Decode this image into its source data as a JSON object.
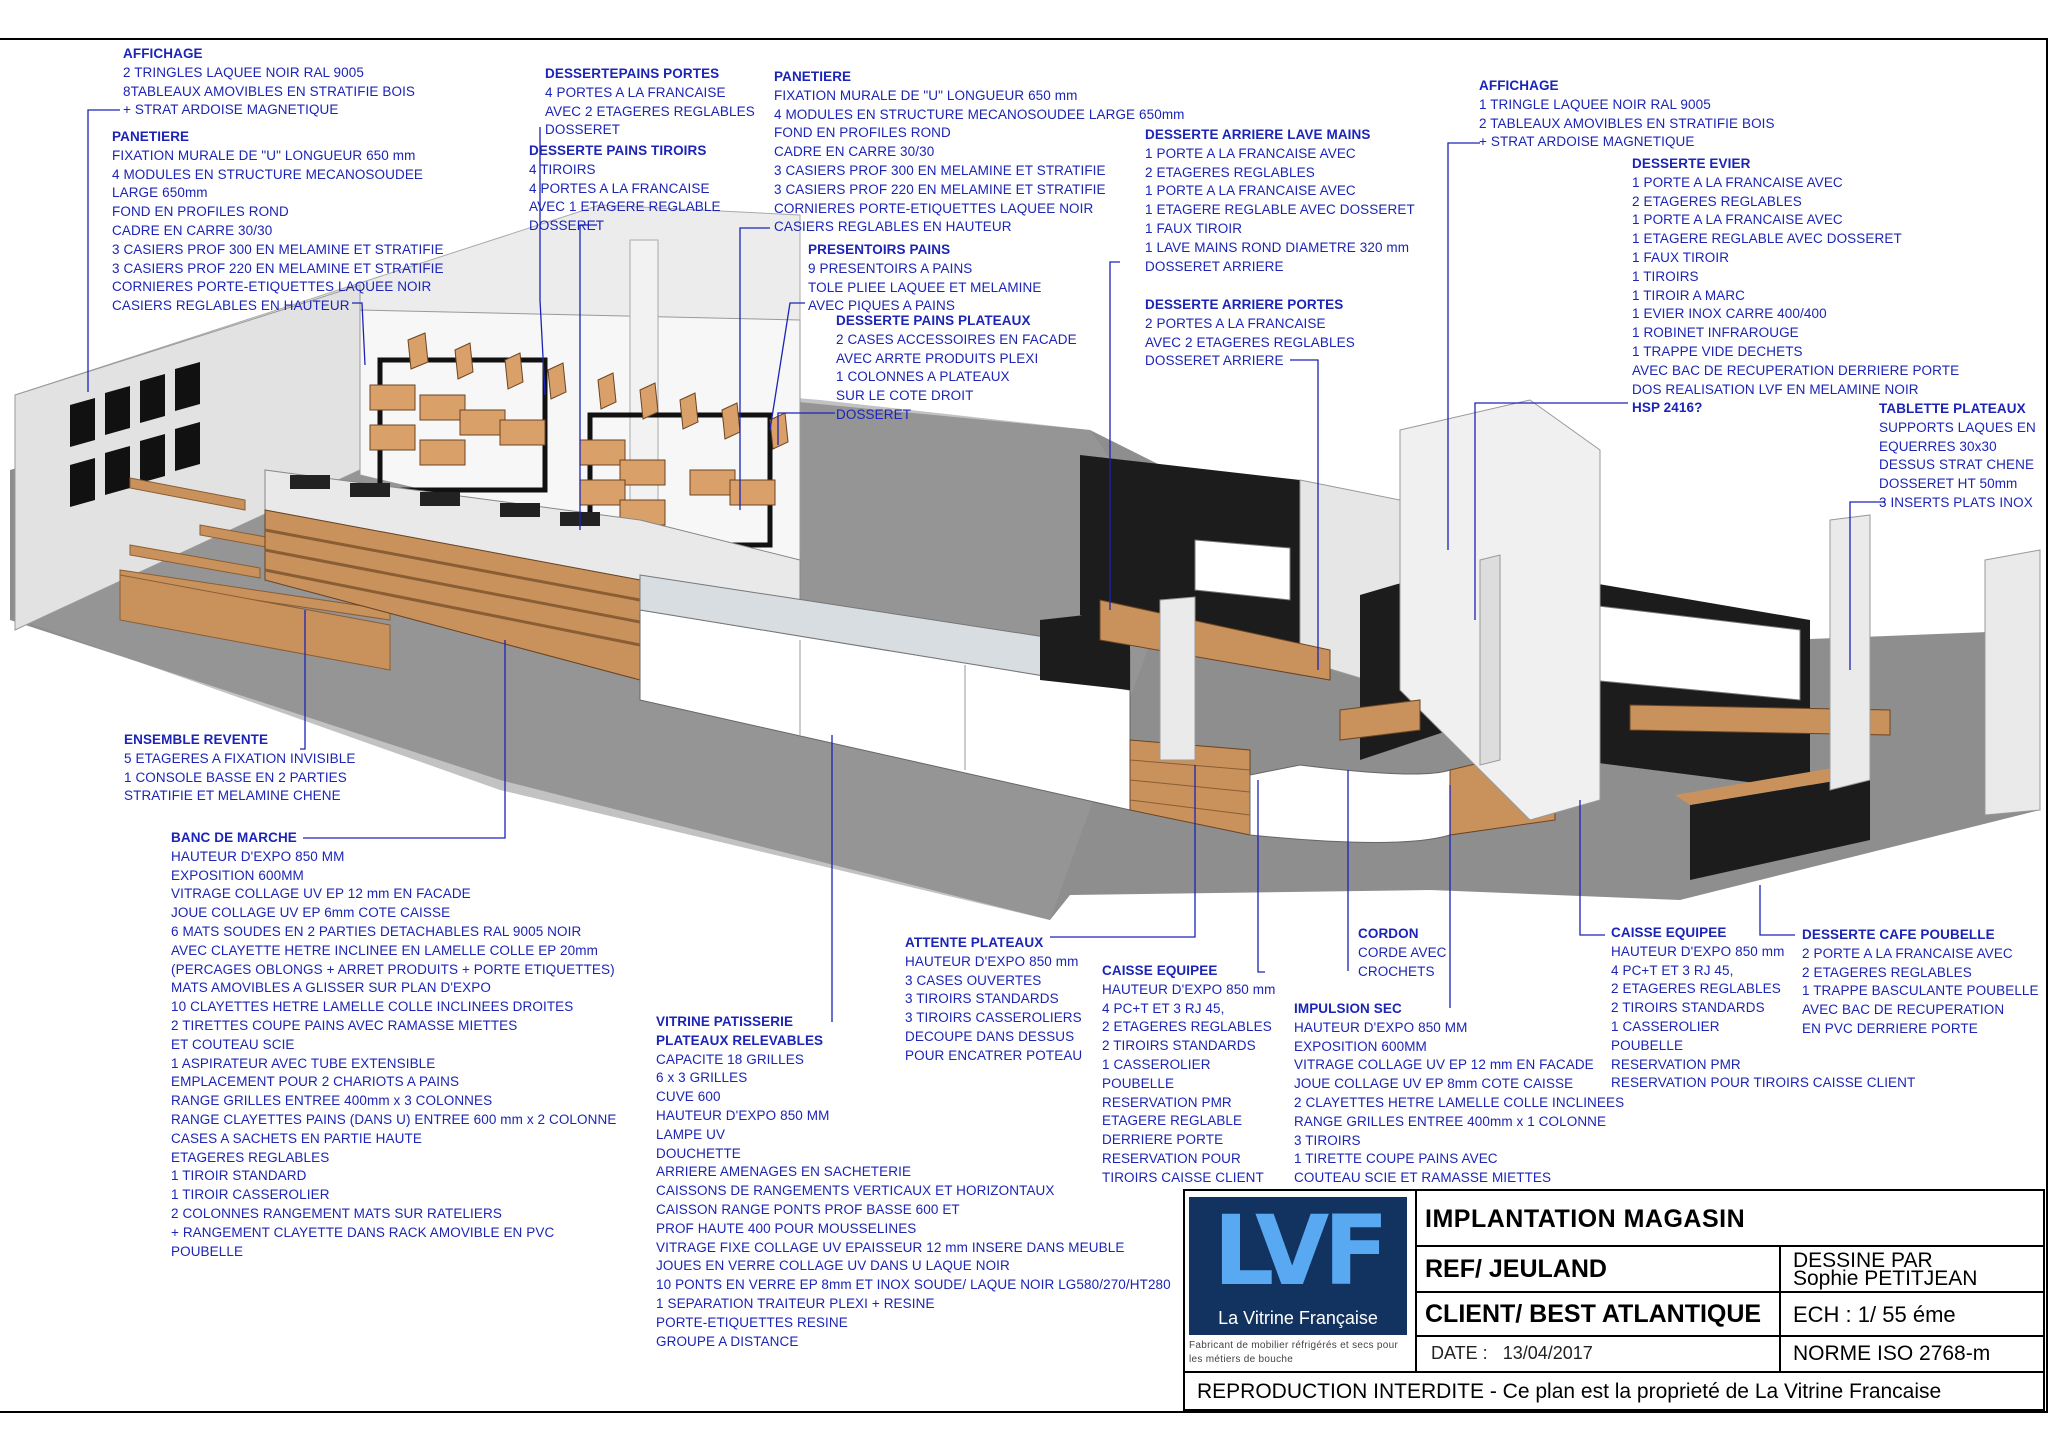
{
  "notes": [
    {
      "title": "AFFICHAGE",
      "lines": [
        "2 TRINGLES LAQUEE NOIR RAL 9005",
        "8TABLEAUX AMOVIBLES EN STRATIFIE BOIS",
        "+ STRAT ARDOISE MAGNETIQUE"
      ]
    },
    {
      "title": "PANETIERE",
      "lines": [
        "FIXATION MURALE DE \"U\" LONGUEUR 650 mm",
        "4 MODULES EN STRUCTURE MECANOSOUDEE",
        "LARGE 650mm",
        "FOND EN PROFILES ROND",
        "CADRE EN CARRE 30/30",
        "3 CASIERS PROF 300 EN MELAMINE ET STRATIFIE",
        "3 CASIERS PROF 220 EN MELAMINE ET STRATIFIE",
        "CORNIERES PORTE-ETIQUETTES LAQUEE NOIR",
        "CASIERS REGLABLES EN HAUTEUR"
      ]
    },
    {
      "title": "DESSERTEPAINS PORTES",
      "lines": [
        "4 PORTES A LA FRANCAISE",
        "AVEC 2 ETAGERES REGLABLES",
        "DOSSERET"
      ]
    },
    {
      "title": "DESSERTE PAINS TIROIRS",
      "lines": [
        "4 TIROIRS",
        "4 PORTES A LA FRANCAISE",
        "AVEC 1 ETAGERE REGLABLE",
        "DOSSERET"
      ]
    },
    {
      "title": "PANETIERE",
      "lines": [
        "FIXATION MURALE DE \"U\" LONGUEUR 650 mm",
        "4 MODULES EN STRUCTURE MECANOSOUDEE LARGE 650mm",
        "FOND EN PROFILES ROND",
        "CADRE EN CARRE 30/30",
        "3 CASIERS PROF 300 EN MELAMINE ET STRATIFIE",
        "3 CASIERS PROF 220 EN MELAMINE ET STRATIFIE",
        "CORNIERES PORTE-ETIQUETTES LAQUEE NOIR",
        "CASIERS REGLABLES EN HAUTEUR"
      ]
    },
    {
      "title": "PRESENTOIRS PAINS",
      "lines": [
        "9 PRESENTOIRS A PAINS",
        "TOLE PLIEE LAQUEE ET MELAMINE",
        "AVEC PIQUES A PAINS"
      ]
    },
    {
      "title": "DESSERTE PAINS PLATEAUX",
      "lines": [
        "2 CASES ACCESSOIRES EN FACADE",
        "AVEC ARRTE PRODUITS PLEXI",
        "1 COLONNES A PLATEAUX",
        "SUR LE  COTE DROIT",
        "DOSSERET"
      ]
    },
    {
      "title": "DESSERTE ARRIERE LAVE MAINS",
      "lines": [
        "1 PORTE A LA FRANCAISE AVEC",
        "2 ETAGERES REGLABLES",
        "1 PORTE A LA FRANCAISE AVEC",
        "1 ETAGERE REGLABLE AVEC DOSSERET",
        "1 FAUX TIROIR",
        "1 LAVE MAINS ROND DIAMETRE 320 mm",
        "DOSSERET ARRIERE"
      ]
    },
    {
      "title": "DESSERTE ARRIERE PORTES",
      "lines": [
        "2 PORTES A LA FRANCAISE",
        "AVEC 2 ETAGERES REGLABLES",
        "DOSSERET ARRIERE"
      ]
    },
    {
      "title": "AFFICHAGE",
      "lines": [
        "1 TRINGLE LAQUEE NOIR RAL 9005",
        "2 TABLEAUX AMOVIBLES EN STRATIFIE BOIS",
        "+ STRAT ARDOISE MAGNETIQUE"
      ]
    },
    {
      "title": "DESSERTE EVIER",
      "lines": [
        "1 PORTE A LA FRANCAISE AVEC",
        "2 ETAGERES REGLABLES",
        "1 PORTE A LA FRANCAISE AVEC",
        "1 ETAGERE REGLABLE AVEC DOSSERET",
        "1 FAUX TIROIR",
        "1 TIROIRS",
        "1 TIROIR A MARC",
        "1 EVIER INOX CARRE 400/400",
        "1 ROBINET INFRAROUGE",
        "1 TRAPPE VIDE DECHETS",
        "AVEC BAC DE RECUPERATION DERRIERE PORTE",
        "DOS REALISATION LVF EN MELAMINE NOIR",
        "HSP 2416?"
      ]
    },
    {
      "title": "TABLETTE PLATEAUX",
      "lines": [
        "SUPPORTS LAQUES EN",
        "EQUERRES 30x30",
        "DESSUS STRAT CHENE",
        "DOSSERET HT 50mm",
        "3 INSERTS PLATS INOX"
      ]
    },
    {
      "title": "ENSEMBLE REVENTE",
      "lines": [
        "5 ETAGERES A  FIXATION INVISIBLE",
        "1 CONSOLE BASSE EN 2 PARTIES",
        "STRATIFIE ET MELAMINE CHENE"
      ]
    },
    {
      "title": "BANC DE MARCHE",
      "lines": [
        "HAUTEUR D'EXPO 850 MM",
        "EXPOSITION 600MM",
        "VITRAGE COLLAGE UV EP 12 mm EN FACADE",
        "JOUE COLLAGE UV EP 6mm COTE CAISSE",
        "6 MATS SOUDES EN 2 PARTIES DETACHABLES RAL 9005 NOIR",
        "AVEC CLAYETTE HETRE INCLINEE EN LAMELLE COLLE EP 20mm",
        "(PERCAGES OBLONGS + ARRET PRODUITS + PORTE ETIQUETTES)",
        "MATS AMOVIBLES A GLISSER SUR PLAN D'EXPO",
        "10 CLAYETTES HETRE LAMELLE COLLE INCLINEES DROITES",
        "2 TIRETTES COUPE PAINS AVEC RAMASSE MIETTES",
        "ET COUTEAU SCIE",
        "1 ASPIRATEUR AVEC TUBE EXTENSIBLE",
        "EMPLACEMENT POUR 2 CHARIOTS A PAINS",
        "RANGE GRILLES ENTREE 400mm x 3 COLONNES",
        "RANGE CLAYETTES PAINS (DANS U) ENTREE 600 mm x 2 COLONNE",
        "CASES A SACHETS EN PARTIE HAUTE",
        "ETAGERES REGLABLES",
        "1 TIROIR STANDARD",
        "1 TIROIR CASSEROLIER",
        "2 COLONNES RANGEMENT MATS SUR RATELIERS",
        "+ RANGEMENT CLAYETTE DANS RACK AMOVIBLE EN PVC",
        "POUBELLE"
      ]
    },
    {
      "title": "VITRINE PATISSERIE",
      "lines": []
    },
    {
      "title": "PLATEAUX RELEVABLES",
      "lines": [
        "CAPACITE 18 GRILLES",
        "6 x 3 GRILLES",
        "CUVE 600",
        "HAUTEUR D'EXPO 850 MM",
        "LAMPE UV",
        "DOUCHETTE",
        "ARRIERE AMENAGES EN SACHETERIE",
        "CAISSONS DE RANGEMENTS VERTICAUX ET HORIZONTAUX",
        "CAISSON RANGE PONTS PROF BASSE 600 ET",
        "PROF HAUTE 400 POUR MOUSSELINES",
        "VITRAGE FIXE COLLAGE UV EPAISSEUR 12 mm INSERE DANS MEUBLE",
        "JOUES EN VERRE COLLAGE UV DANS U LAQUE NOIR",
        "10 PONTS EN VERRE EP 8mm ET INOX SOUDE/ LAQUE NOIR LG580/270/HT280",
        "1 SEPARATION TRAITEUR PLEXI + RESINE",
        "PORTE-ETIQUETTES RESINE",
        "GROUPE A DISTANCE"
      ]
    },
    {
      "title": "ATTENTE PLATEAUX",
      "lines": [
        "HAUTEUR D'EXPO 850 mm",
        "3 CASES OUVERTES",
        "3 TIROIRS STANDARDS",
        "3 TIROIRS CASSEROLIERS",
        "DECOUPE DANS DESSUS",
        "POUR ENCATRER POTEAU"
      ]
    },
    {
      "title": "CAISSE EQUIPEE",
      "lines": [
        "HAUTEUR D'EXPO 850 mm",
        "4 PC+T ET 3 RJ 45,",
        "2 ETAGERES REGLABLES",
        "2 TIROIRS STANDARDS",
        "1 CASSEROLIER",
        "POUBELLE",
        "RESERVATION PMR",
        "ETAGERE REGLABLE",
        "DERRIERE PORTE",
        "RESERVATION POUR",
        "TIROIRS CAISSE CLIENT"
      ]
    },
    {
      "title": "CORDON",
      "lines": [
        "CORDE AVEC",
        "CROCHETS"
      ]
    },
    {
      "title": "IMPULSION SEC",
      "lines": [
        "HAUTEUR D'EXPO 850 MM",
        "EXPOSITION 600MM",
        "VITRAGE COLLAGE UV EP 12 mm EN FACADE",
        "JOUE COLLAGE UV EP 8mm COTE CAISSE",
        "2 CLAYETTES HETRE LAMELLE COLLE INCLINEES",
        "RANGE GRILLES ENTREE 400mm x 1 COLONNE",
        "3 TIROIRS",
        "1 TIRETTE COUPE PAINS AVEC",
        "COUTEAU SCIE ET RAMASSE MIETTES"
      ]
    },
    {
      "title": "CAISSE EQUIPEE",
      "lines": [
        "HAUTEUR D'EXPO 850 mm",
        "4 PC+T ET 3 RJ 45,",
        "2 ETAGERES REGLABLES",
        "2 TIROIRS STANDARDS",
        "1 CASSEROLIER",
        "POUBELLE",
        "RESERVATION PMR",
        "RESERVATION POUR TIROIRS CAISSE CLIENT"
      ]
    },
    {
      "title": "DESSERTE CAFE POUBELLE",
      "lines": [
        "2 PORTE A LA FRANCAISE AVEC",
        "2 ETAGERES REGLABLES",
        "1 TRAPPE BASCULANTE POUBELLE",
        "AVEC BAC DE RECUPERATION",
        "EN PVC DERRIERE PORTE"
      ]
    }
  ],
  "title_block": {
    "logo_letters": "LVF",
    "logo_name": "La Vitrine Française",
    "logo_tagline": "Fabricant de mobilier réfrigérés et secs pour les métiers de bouche",
    "title": "IMPLANTATION MAGASIN",
    "ref": "REF/ JEULAND",
    "client": "CLIENT/ BEST ATLANTIQUE",
    "date_label": "DATE :",
    "date_value": "13/04/2017",
    "drawn_by_label": "DESSINE PAR",
    "drawn_by": "Sophie PETITJEAN",
    "scale": "ECH : 1/  55   éme",
    "norme": "NORME ISO 2768-m",
    "reproduction": "REPRODUCTION INTERDITE  -  Ce plan est la proprieté de La Vitrine Francaise"
  },
  "colors": {
    "annotation_blue": "#1b24b6",
    "floor_grey": "#8c8c8c",
    "wood_oak": "#c9925c",
    "black_panel": "#1c1c1c",
    "logo_navy": "#12335f",
    "logo_blue": "#59a9f2"
  }
}
